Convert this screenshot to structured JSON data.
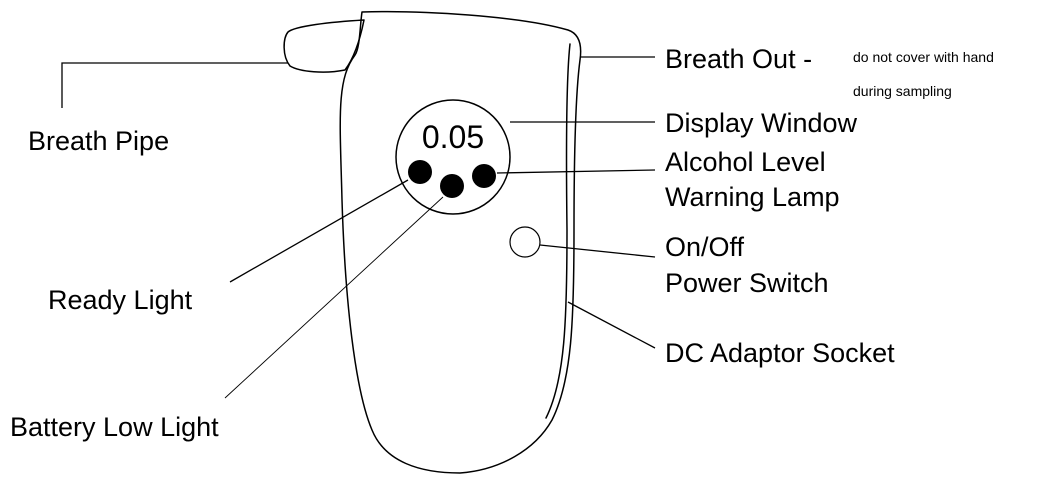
{
  "display": {
    "reading": "0.05"
  },
  "labels": {
    "breath_pipe": "Breath Pipe",
    "breath_out_main": "Breath Out -",
    "breath_out_note_1": "do not cover with hand",
    "breath_out_note_2": "during sampling",
    "display_window": "Display Window",
    "alcohol_level_1": "Alcohol Level",
    "alcohol_level_2": "Warning Lamp",
    "on_off_1": "On/Off",
    "on_off_2": "Power Switch",
    "dc_adaptor": "DC Adaptor Socket",
    "ready_light": "Ready Light",
    "battery_low": "Battery Low Light"
  }
}
